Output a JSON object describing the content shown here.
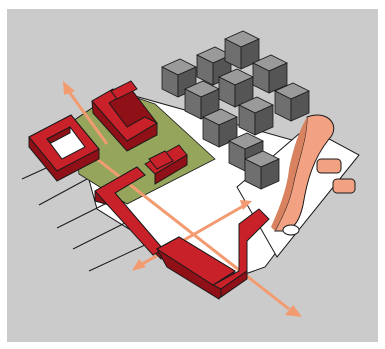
{
  "figure": {
    "colors": {
      "background": "#cbcbcb",
      "frame": "#ffffff",
      "white_plot": "#ffffff",
      "green_zone": "#95a65c",
      "red_wall_top": "#c8212a",
      "red_wall_side": "#8f1016",
      "grey_cube_top": "#9a9a9a",
      "grey_cube_left": "#6f6f6f",
      "grey_cube_right": "#555555",
      "salmon_main": "#f2a282",
      "salmon_dark": "#d9825f",
      "arrow_color": "#f29b70",
      "outline": "#1a1a1a",
      "access_line": "#1a1a1a"
    },
    "elements": {
      "grey_cube_count": 11,
      "arrow_count": 4,
      "access_line_count": 5,
      "red_building_count": 4
    },
    "icons": [
      "double-headed-arrow-icon",
      "curved-pier-icon"
    ]
  }
}
